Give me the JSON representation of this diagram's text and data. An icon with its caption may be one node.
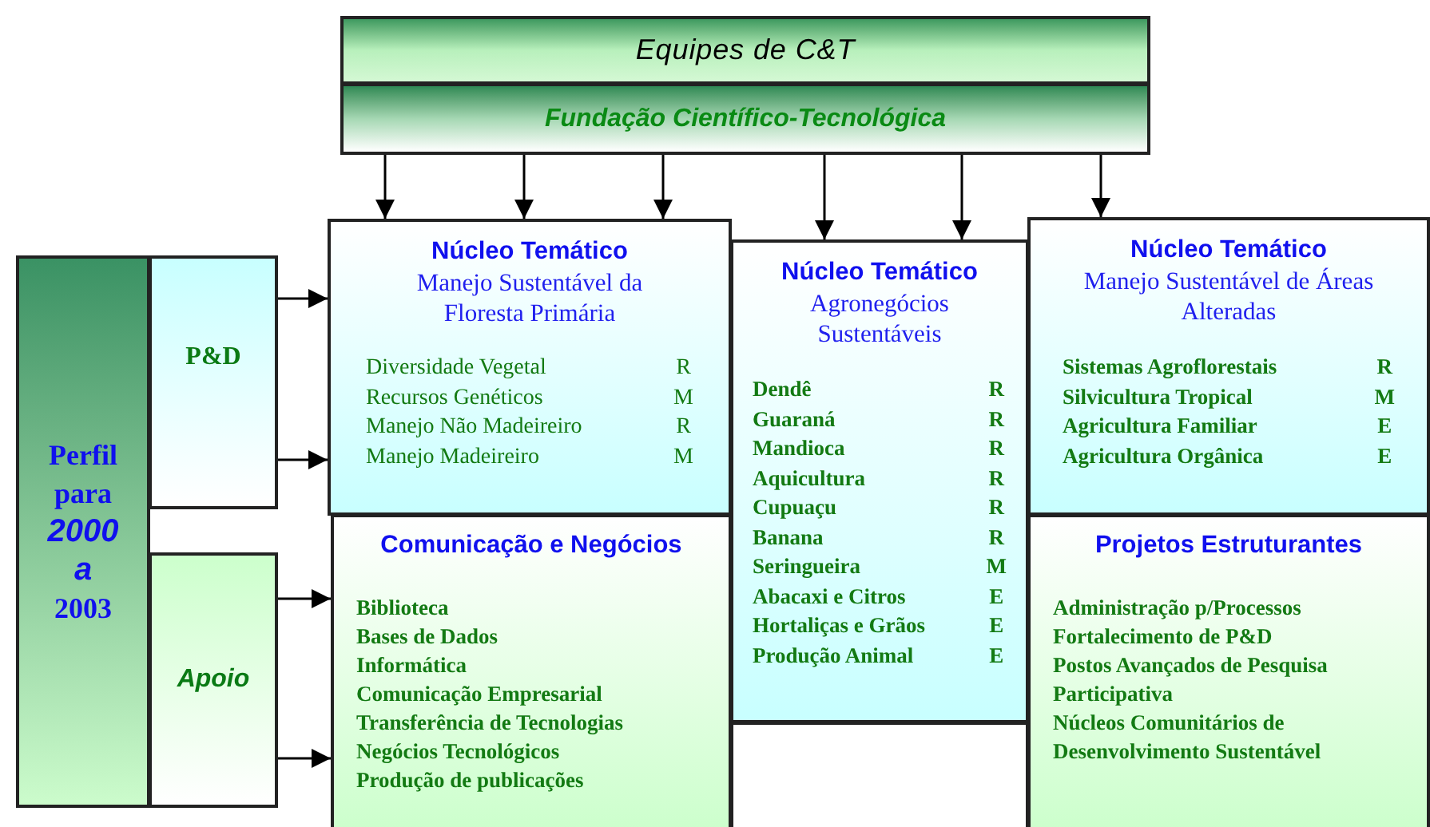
{
  "diagram": {
    "nodes": [
      {
        "text": [
          "Equipes de C&T"
        ]
      },
      {
        "text": [
          "Fundação Científico-Tecnológica"
        ]
      },
      {
        "text": [
          "Perfil para *2000 a* 2003"
        ]
      },
      {
        "text": [
          "P&D"
        ]
      },
      {
        "text": [
          "Apoio"
        ]
      },
      {
        "text": [
          "Núcleo Temático",
          "Manejo Sustentável da Floresta Primária",
          "Diversidade Vegetal",
          "R",
          "Recursos Genéticos",
          "M",
          "Manejo Não Madeireiro",
          "R",
          "Manejo Madeireiro",
          "M"
        ]
      },
      {
        "text": [
          "Núcleo Temático",
          "Agronegócios Sustentáveis",
          "Dendê",
          "R",
          "Guaraná",
          "R",
          "Mandioca",
          "R",
          "Aquicultura",
          "R",
          "Cupuaçu",
          "R",
          "Banana",
          "R",
          "Seringueira",
          "M",
          "Abacaxi e Citros",
          "E",
          "Hortaliças e Grãos",
          "E",
          "Produção Animal",
          "E"
        ]
      },
      {
        "text": [
          "Núcleo Temático",
          "Manejo Sustentável de Áreas Alteradas",
          "Sistemas Agroflorestais",
          "R",
          "Silvicultura Tropical",
          "M",
          "Agricultura Familiar",
          "E",
          "Agricultura Orgânica",
          "E"
        ]
      },
      {
        "text": [
          "Comunicação e Negócios",
          "Biblioteca",
          "Bases de Dados",
          "Informática",
          "Comunicação Empresarial",
          "Transferência de Tecnologias",
          "Negócios Tecnológicos",
          "Produção de publicações"
        ]
      },
      {
        "text": [
          "Projetos Estruturantes",
          "Administração p/Processos",
          "Fortalecimento de P&D",
          "Postos Avançados de Pesquisa Participativa",
          "Núcleos Comunitários de Desenvolvimento Sustentável"
        ]
      }
    ],
    "edges": [
      {
        "from": 1,
        "to": 5,
        "arrow": "to"
      },
      {
        "from": 1,
        "to": 5,
        "arrow": "to"
      },
      {
        "from": 1,
        "to": 5,
        "arrow": "to"
      },
      {
        "from": 1,
        "to": 6,
        "arrow": "to"
      },
      {
        "from": 1,
        "to": 6,
        "arrow": "to"
      },
      {
        "from": 1,
        "to": 7,
        "arrow": "to"
      },
      {
        "from": 3,
        "to": 5,
        "arrow": "to"
      },
      {
        "from": 3,
        "to": 5,
        "arrow": "to"
      },
      {
        "from": 4,
        "to": 8,
        "arrow": "to"
      },
      {
        "from": 4,
        "to": 8,
        "arrow": "to"
      }
    ]
  }
}
